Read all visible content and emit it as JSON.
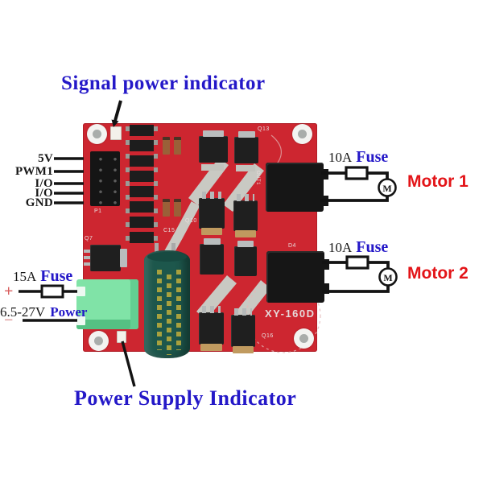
{
  "annotations": {
    "signal_power_indicator": "Signal power indicator",
    "power_supply_indicator": "Power Supply Indicator"
  },
  "signal_header": {
    "pins": [
      "5V",
      "PWM1",
      "I/O",
      "I/O",
      "GND"
    ]
  },
  "motor1_circuit": {
    "fuse_rating": "10A",
    "fuse_label": "Fuse",
    "motor_label": "Motor 1",
    "motor_symbol": "M"
  },
  "motor2_circuit": {
    "fuse_rating": "10A",
    "fuse_label": "Fuse",
    "motor_label": "Motor 2",
    "motor_symbol": "M"
  },
  "power_input": {
    "fuse_rating": "15A",
    "fuse_label": "Fuse",
    "plus": "+",
    "minus": "−",
    "voltage_range": "6.5-27V",
    "power_label": "Power"
  },
  "board": {
    "model": "XY-160D",
    "silkscreen": [
      {
        "text": "P1"
      },
      {
        "text": "Q7"
      },
      {
        "text": "C15"
      },
      {
        "text": "Q10"
      },
      {
        "text": "Q13"
      },
      {
        "text": "D4"
      },
      {
        "text": "Q16"
      },
      {
        "text": "OUT1"
      }
    ],
    "colors": {
      "pcb": "#cd2630",
      "terminal_green": "#80e3a7",
      "capacitor_teal": "#1d574c"
    }
  },
  "colors": {
    "label_blue": "#2418c8",
    "label_red": "#e31418",
    "wire_black": "#131313",
    "trace_grey": "#c9c9c3"
  }
}
